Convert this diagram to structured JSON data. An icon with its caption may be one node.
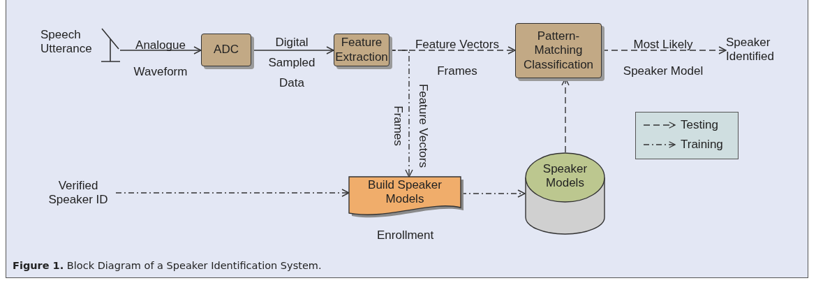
{
  "diagram": {
    "caption": "**Figure 1.** Block Diagram of a Speaker Identification System.",
    "nodes": [
      {
        "text": [
          "Speech Utterance"
        ]
      },
      {
        "text": [
          "ADC"
        ]
      },
      {
        "text": [
          "Feature Extraction"
        ]
      },
      {
        "text": [
          "Pattern-Matching Classification"
        ]
      },
      {
        "text": [
          "Speaker Identified"
        ]
      },
      {
        "text": [
          "Verified Speaker ID"
        ]
      },
      {
        "text": [
          "Build Speaker Models"
        ],
        "beside": [
          "Enrollment"
        ]
      },
      {
        "text": [
          "Speaker Models"
        ]
      }
    ],
    "edges": [
      {
        "from": 0,
        "to": 1,
        "arrow": "to",
        "label": "Analogue Waveform"
      },
      {
        "from": 1,
        "to": 2,
        "arrow": "to",
        "label": "Digital Sampled Data"
      },
      {
        "from": 2,
        "to": 3,
        "arrow": "to",
        "label": "Feature Vectors Frames",
        "style": "dashed"
      },
      {
        "from": 3,
        "to": 4,
        "arrow": "to",
        "label": "Most Likely Speaker Model",
        "style": "dashed"
      },
      {
        "from": 2,
        "to": 6,
        "arrow": "to",
        "label": "Feature Vectors Frames",
        "style": "dashed"
      },
      {
        "from": 5,
        "to": 6,
        "arrow": "to",
        "style": "dashed"
      },
      {
        "from": 6,
        "to": 7,
        "arrow": "to",
        "style": "dashed"
      },
      {
        "from": 7,
        "to": 3,
        "arrow": "to",
        "style": "dashed"
      }
    ],
    "legend": [
      {
        "text": "Testing"
      },
      {
        "text": "Training"
      }
    ]
  }
}
